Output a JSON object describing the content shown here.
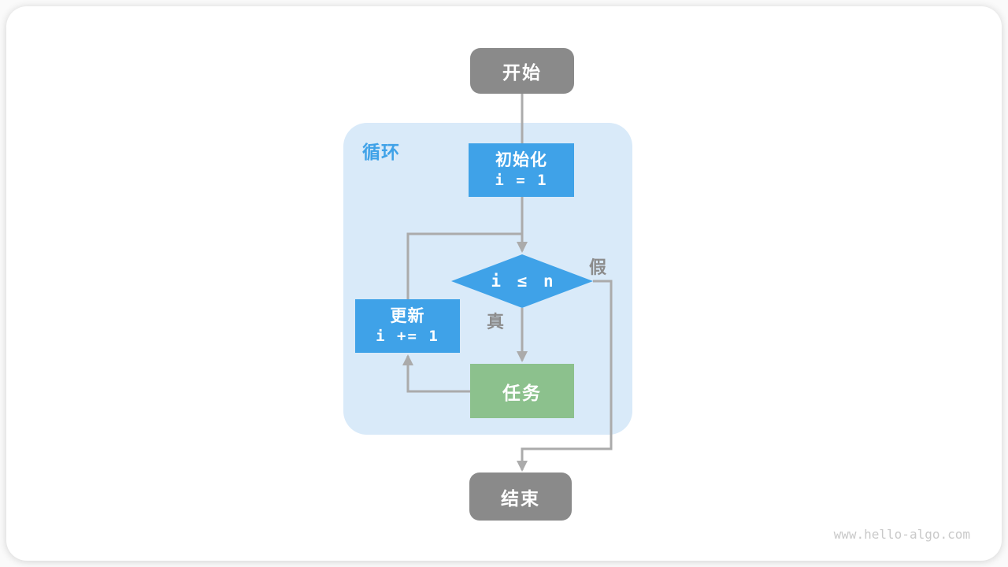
{
  "page": {
    "watermark": "www.hello-algo.com"
  },
  "diagram": {
    "loop_label": "循环",
    "nodes": {
      "start": {
        "label": "开始"
      },
      "init": {
        "title": "初始化",
        "code": "i = 1"
      },
      "cond": {
        "label": "i ≤ n"
      },
      "update": {
        "title": "更新",
        "code": "i += 1"
      },
      "task": {
        "label": "任务"
      },
      "end": {
        "label": "结束"
      }
    },
    "edge_labels": {
      "true_branch": "真",
      "false_branch": "假"
    }
  },
  "colors": {
    "node_blue": "#3fa2e8",
    "node_green": "#8cc18d",
    "node_gray": "#8a8a8a",
    "loop_bg": "#d9eaf9",
    "loop_label": "#3fa2e8",
    "line": "#ababab",
    "edge_label": "#8c8c8c",
    "watermark": "#c9c9c9"
  }
}
